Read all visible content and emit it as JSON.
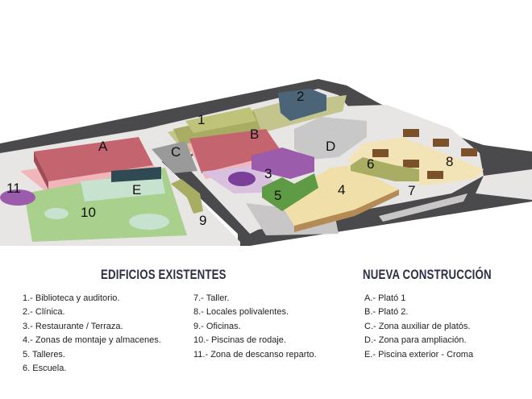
{
  "map": {
    "labels": {
      "b1": "1",
      "b2": "2",
      "b3": "3",
      "b4": "4",
      "b5": "5",
      "b6": "6",
      "b7": "7",
      "b8": "8",
      "b9": "9",
      "b10": "10",
      "b11": "11",
      "A": "A",
      "B": "B",
      "C": "C",
      "D": "D",
      "E": "E"
    },
    "colors": {
      "plato": "#c4646f",
      "library": "#a9ad64",
      "clinic": "#4b6478",
      "restaurant": "#9a5cab",
      "workshop": "#5f9a45",
      "assembly": "#f1dfaa",
      "locales": "#7a5128",
      "pools": "#a9d08c",
      "road": "#4a4a4c",
      "ground": "#e6e3e3"
    }
  },
  "legend": {
    "existing": {
      "title": "EDIFICIOS EXISTENTES",
      "col1": [
        "1.- Biblioteca y auditorio.",
        "2.- Clínica.",
        "3.- Restaurante / Terraza.",
        "4.- Zonas de montaje y almacenes.",
        "5. Talleres.",
        "6. Escuela."
      ],
      "col2": [
        "7.- Taller.",
        "8.- Locales polivalentes.",
        "9.- Oficinas.",
        "10.- Piscinas de rodaje.",
        "11.- Zona de descanso reparto."
      ]
    },
    "new": {
      "title": "NUEVA CONSTRUCCIÓN",
      "items": [
        "A.- Plató 1",
        "B.- Plató 2.",
        "C.- Zona auxiliar de platós.",
        "D.- Zona para ampliación.",
        "E.- Piscina exterior - Croma"
      ]
    }
  }
}
